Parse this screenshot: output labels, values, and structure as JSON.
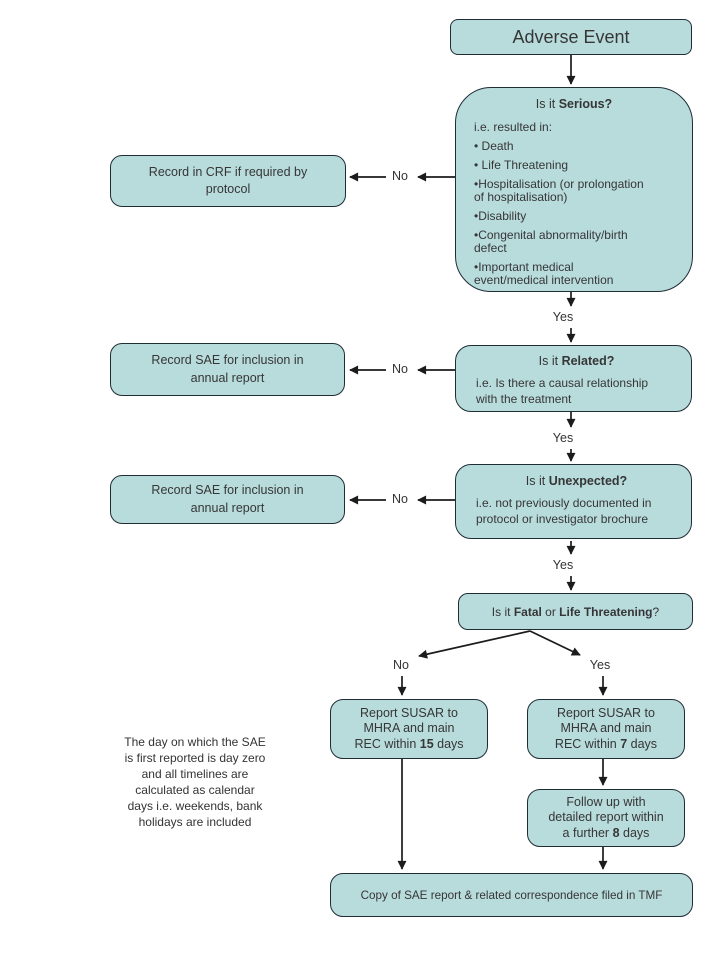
{
  "colors": {
    "node_fill": "#b8dbdc",
    "node_border": "#1f2d35",
    "arrow": "#1c1c1c",
    "text": "#363636"
  },
  "labels": {
    "yes": "Yes",
    "no": "No"
  },
  "nodes": {
    "adverse_event": {
      "label": "Adverse Event"
    },
    "serious": {
      "title_prefix": "Is it ",
      "title_bold": "Serious?",
      "items": [
        "i.e. resulted in:",
        "• Death",
        "• Life Threatening",
        "•Hospitalisation (or prolongation\nof hospitalisation)",
        "•Disability",
        "•Congenital abnormality/birth\ndefect",
        "•Important medical\nevent/medical intervention"
      ]
    },
    "record_crf": {
      "label": "Record in CRF if required by\nprotocol"
    },
    "related": {
      "title_prefix": "Is it ",
      "title_bold": "Related?",
      "body": "i.e. Is there a causal relationship\nwith the treatment"
    },
    "record_sae_annual_1": {
      "label": "Record SAE for inclusion in\nannual report"
    },
    "unexpected": {
      "title_prefix": "Is it ",
      "title_bold": "Unexpected?",
      "body": "i.e. not previously documented in\nprotocol or investigator brochure"
    },
    "record_sae_annual_2": {
      "label": "Record SAE for inclusion in\nannual report"
    },
    "fatal": {
      "part1": "Is it ",
      "bold1": "Fatal",
      "part2": " or ",
      "bold2": "Life Threatening",
      "part3": "?"
    },
    "susar_15": {
      "intro": "Report SUSAR to\nMHRA and main\nREC within ",
      "bold": "15",
      "suffix": " days"
    },
    "susar_7": {
      "intro": "Report SUSAR to\nMHRA and main\nREC within ",
      "bold": "7",
      "suffix": " days"
    },
    "follow_up": {
      "intro": "Follow up with\ndetailed report within\na further ",
      "bold": "8",
      "suffix": " days"
    },
    "tmf": {
      "label": "Copy of SAE report & related correspondence filed in TMF"
    }
  },
  "note": {
    "text": "The day on which the SAE\nis first reported is day zero\nand all timelines are\ncalculated as calendar\ndays i.e. weekends, bank\nholidays are included"
  }
}
